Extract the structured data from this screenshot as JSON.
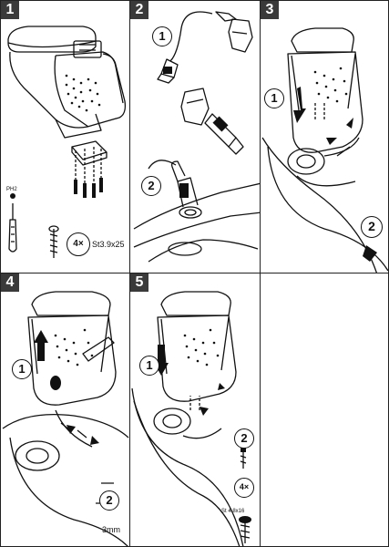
{
  "panels": [
    {
      "step": "1",
      "qty": "4×",
      "screw_spec": "St3.9x25",
      "tool_caption": "PH2"
    },
    {
      "step": "2",
      "callouts": [
        "1",
        "2"
      ]
    },
    {
      "step": "3",
      "callouts": [
        "1",
        "2"
      ]
    },
    {
      "step": "4",
      "callouts": [
        "1",
        "2"
      ],
      "tool_size": "3mm"
    },
    {
      "step": "5",
      "callouts": [
        "1",
        "2"
      ],
      "qty": "4×",
      "screw_spec": "St 4.8x16"
    }
  ],
  "colors": {
    "line": "#111111",
    "badge": "#3a3a3a",
    "border": "#222222"
  }
}
